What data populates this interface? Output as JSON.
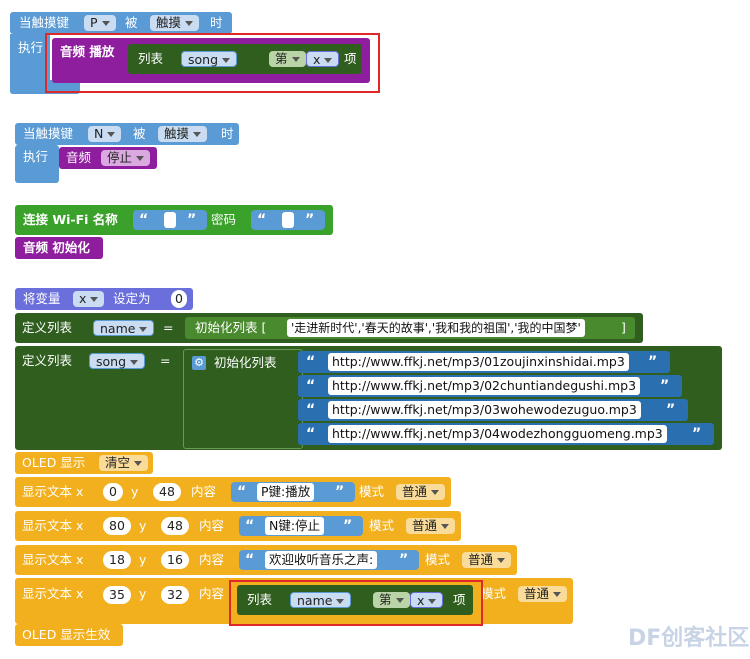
{
  "colors": {
    "event": "#5b9bd5",
    "audio": "#8e1e9e",
    "wifi": "#3aa12a",
    "var": "#6a6fdc",
    "list": "#2f5e1f",
    "oled": "#f2b01e",
    "url": "#2a6fb0",
    "highlight": "#e02828"
  },
  "block1": {
    "when": "当触摸键",
    "key": "P",
    "by": "被",
    "mode": "触摸",
    "time": "时",
    "exec": "执行",
    "action": "音频 播放",
    "list": "列表",
    "list_name": "song",
    "di": "第",
    "index": "x",
    "xiang": "项"
  },
  "block2": {
    "when": "当触摸键",
    "key": "N",
    "by": "被",
    "mode": "触摸",
    "time": "时",
    "exec": "执行",
    "audio": "音频",
    "action": "停止"
  },
  "block3": {
    "connect": "连接 Wi-Fi 名称",
    "password": "密码",
    "open_quote": "“",
    "close_quote": "”",
    "audio_init": "音频 初始化"
  },
  "block4": {
    "set_var": "将变量",
    "var_name": "x",
    "set_to": "设定为",
    "var_value": "0",
    "define_list": "定义列表",
    "name_list": "name",
    "equals": "=",
    "init_list_text": "初始化列表 [",
    "name_items": "'走进新时代','春天的故事','我和我的祖国','我的中国梦'",
    "close_bracket": "]",
    "define_list2": "定义列表",
    "song_list": "song",
    "equals2": "=",
    "init_list": "初始化列表",
    "urls": [
      "http://www.ffkj.net/mp3/01zoujinxinshidai.mp3",
      "http://www.ffkj.net/mp3/02chuntiandegushi.mp3",
      "http://www.ffkj.net/mp3/03wohewodezuguo.mp3",
      "http://www.ffkj.net/mp3/04wodezhongguomeng.mp3"
    ],
    "oled_show": "OLED 显示",
    "clear": "清空",
    "text_rows": [
      {
        "label": "显示文本 x",
        "x": "0",
        "y_label": "y",
        "y": "48",
        "content": "内容",
        "text": "P键:播放",
        "mode_label": "模式",
        "mode": "普通"
      },
      {
        "label": "显示文本 x",
        "x": "80",
        "y_label": "y",
        "y": "48",
        "content": "内容",
        "text": "N键:停止",
        "mode_label": "模式",
        "mode": "普通"
      },
      {
        "label": "显示文本 x",
        "x": "18",
        "y_label": "y",
        "y": "16",
        "content": "内容",
        "text": "欢迎收听音乐之声:",
        "mode_label": "模式",
        "mode": "普通"
      },
      {
        "label": "显示文本 x",
        "x": "35",
        "y_label": "y",
        "y": "32",
        "content": "内容",
        "list": "列表",
        "list_name": "name",
        "di": "第",
        "index": "x",
        "xiang": "项",
        "mode_label": "模式",
        "mode": "普通"
      }
    ],
    "oled_take_effect": "OLED 显示生效"
  },
  "watermark": "DF创客社区"
}
